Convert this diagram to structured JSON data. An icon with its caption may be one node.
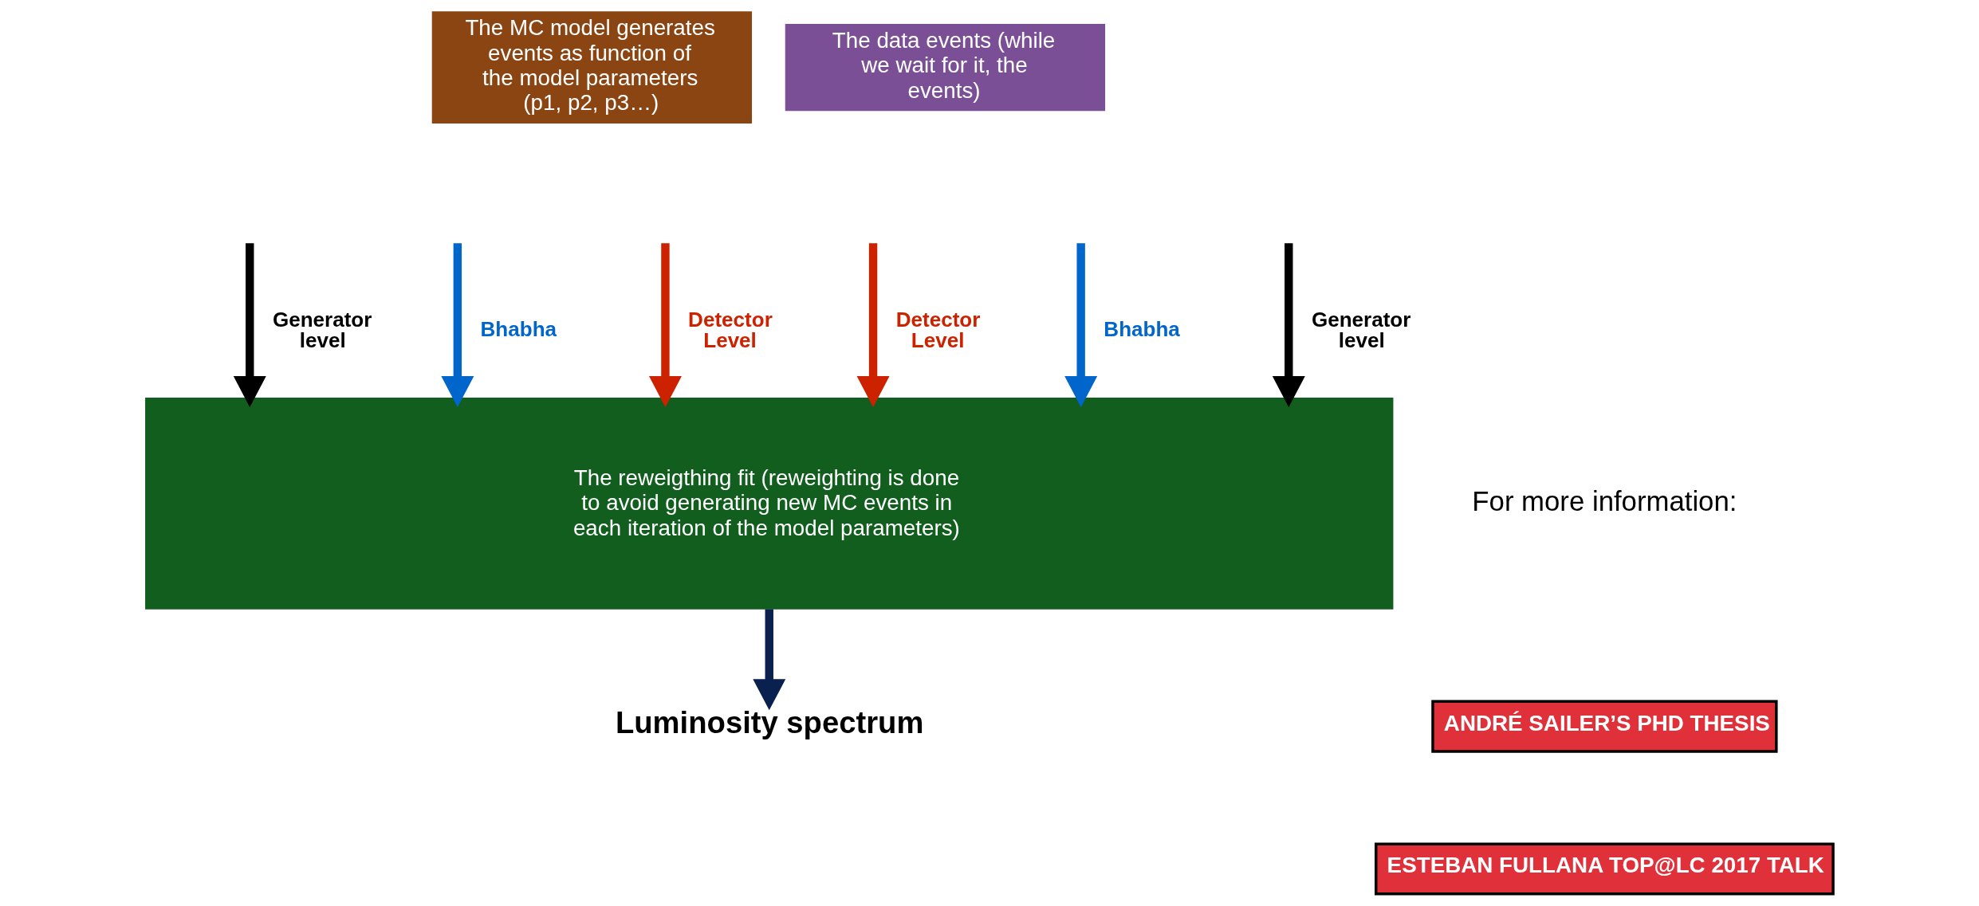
{
  "diagram": {
    "nodes": [
      {
        "text": [
          "The MC model generates events as function of the model parameters (p1, p2, p3…)"
        ]
      },
      {
        "text": [
          "The data events (while we wait for it, the events)"
        ]
      },
      {
        "text": [
          "The reweigthing fit (reweighting is done to avoid generating new MC events in each iteration of the model parameters)"
        ]
      },
      {
        "text": [
          "Luminosity spectrum"
        ]
      },
      {
        "text": [
          "ANDRÉ SAILER’S PHD THESIS"
        ]
      },
      {
        "text": [
          "ESTEBAN FULLANA TOP@LC 2017 TALK"
        ]
      }
    ],
    "edges": [
      {
        "from": null,
        "to": 2,
        "arrow": "to",
        "label": "Generator level"
      },
      {
        "from": null,
        "to": 2,
        "arrow": "to",
        "label": "Bhabha",
        "color": "#0066cc"
      },
      {
        "from": null,
        "to": 2,
        "arrow": "to",
        "label": "Detector Level",
        "color": "#cc2200"
      },
      {
        "from": null,
        "to": 2,
        "arrow": "to",
        "label": "Detector Level",
        "color": "#cc2200"
      },
      {
        "from": null,
        "to": 2,
        "arrow": "to",
        "label": "Bhabha",
        "color": "#0066cc"
      },
      {
        "from": null,
        "to": 2,
        "arrow": "to",
        "label": "Generator level"
      },
      {
        "from": 2,
        "to": 3,
        "arrow": "to",
        "color": "#0a2150"
      }
    ],
    "labels": [
      "For more information:"
    ]
  }
}
